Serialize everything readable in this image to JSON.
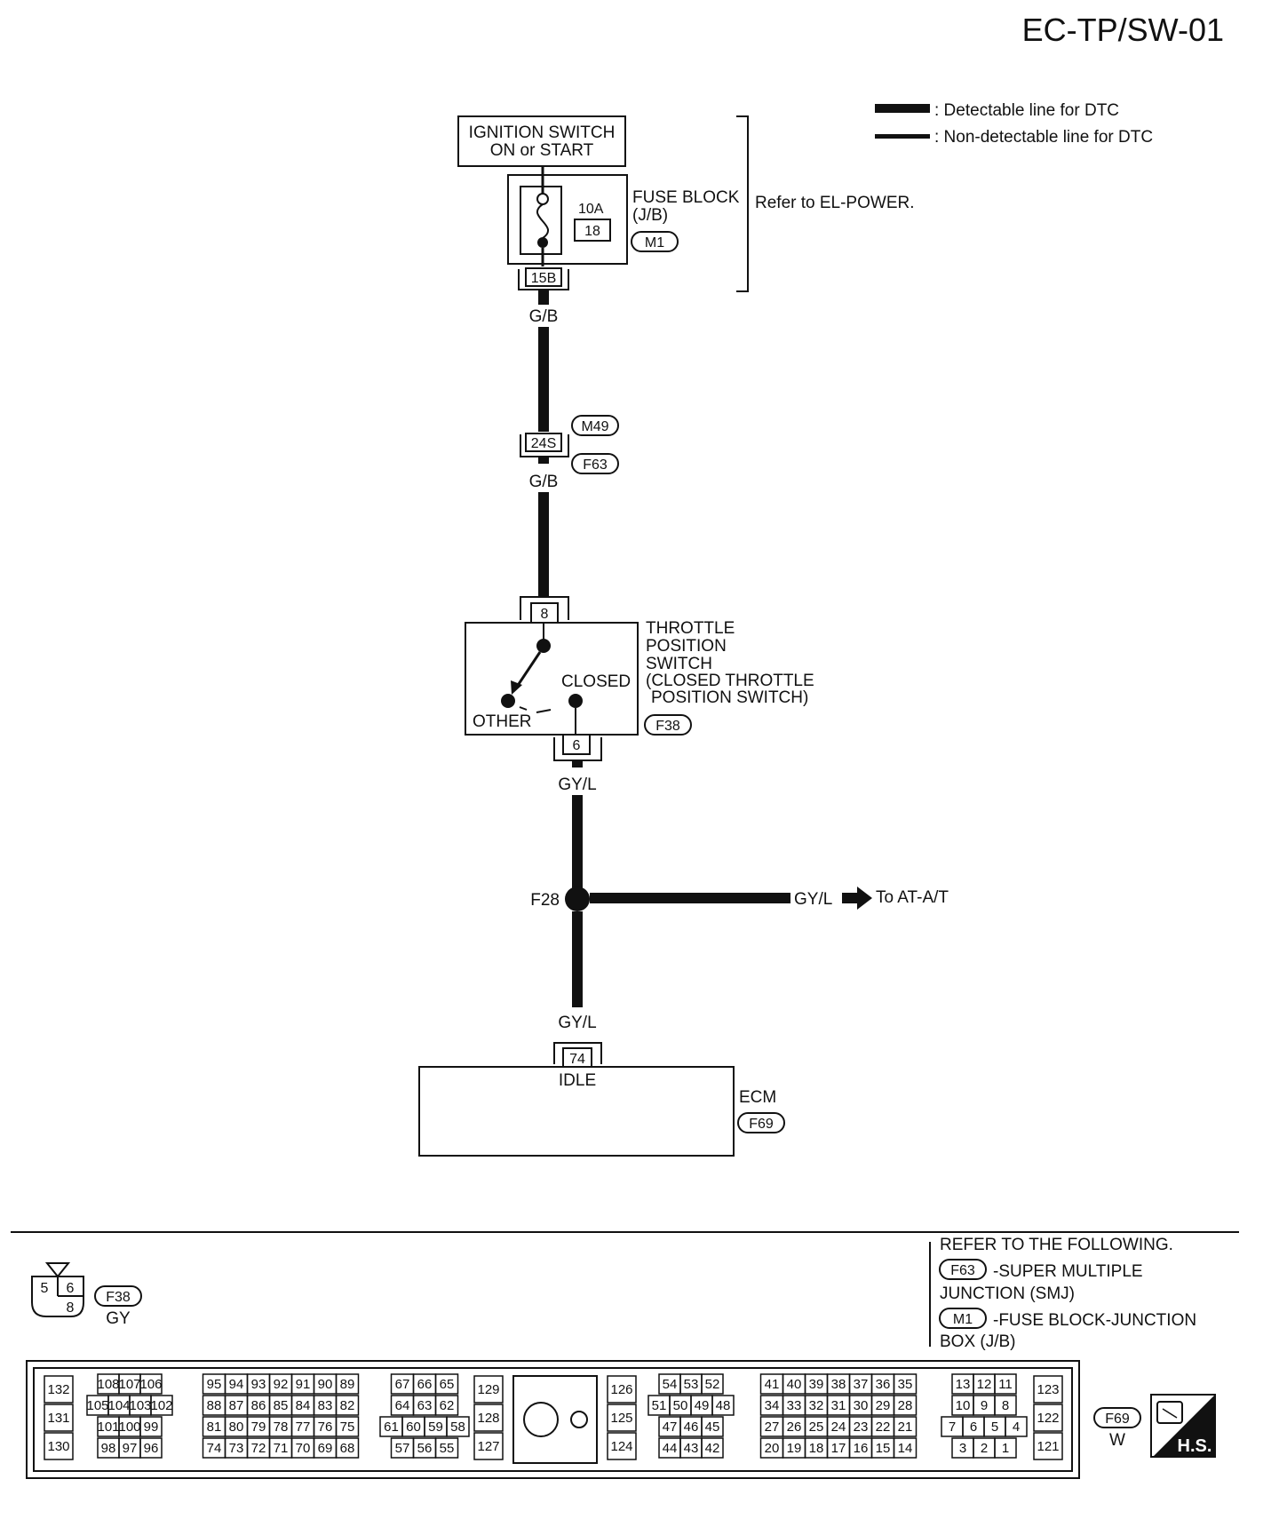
{
  "page_code": "EC-TP/SW-01",
  "legend": {
    "detectable": ": Detectable line for DTC",
    "non_detectable": ": Non-detectable line for DTC"
  },
  "ignition": {
    "line1": "IGNITION SWITCH",
    "line2": "ON or START"
  },
  "fuse": {
    "amp": "10A",
    "number": "18",
    "name": "FUSE BLOCK",
    "sub": "(J/B)",
    "connector": "M1",
    "terminal": "15B",
    "refer": "Refer to EL-POWER."
  },
  "wires": {
    "gb1": "G/B",
    "gb2": "G/B",
    "gyl1": "GY/L",
    "gyl2": "GY/L",
    "gyl_branch": "GY/L"
  },
  "junction": {
    "terminal": "24S",
    "conn_top": "M49",
    "conn_bottom": "F63"
  },
  "tps": {
    "terminal_top": "8",
    "terminal_bottom": "6",
    "name1": "THROTTLE",
    "name2": "POSITION",
    "name3": "SWITCH",
    "name4": "(CLOSED THROTTLE",
    "name5": "POSITION SWITCH)",
    "closed": "CLOSED",
    "other": "OTHER",
    "connector": "F38"
  },
  "splice": {
    "name": "F28",
    "to": "To AT-A/T"
  },
  "ecm": {
    "terminal": "74",
    "pin_label": "IDLE",
    "name": "ECM",
    "connector": "F69"
  },
  "refer_box": {
    "heading": "REFER TO THE FOLLOWING.",
    "item1_conn": "F63",
    "item1_line1": "-SUPER MULTIPLE",
    "item1_line2": "JUNCTION (SMJ)",
    "item2_conn": "M1",
    "item2_line1": "-FUSE BLOCK-JUNCTION",
    "item2_line2": "BOX (J/B)"
  },
  "f38_face": {
    "cells": [
      "5",
      "6",
      "8"
    ],
    "connector": "F38",
    "color": "GY"
  },
  "f69_face": {
    "connector": "F69",
    "color": "W",
    "badge": "H.S.",
    "col_a": [
      "132",
      "131",
      "130"
    ],
    "row_b": [
      [
        "108",
        "107",
        "106"
      ],
      [
        "105",
        "104",
        "103",
        "102"
      ],
      [
        "101",
        "100",
        "99"
      ],
      [
        "98",
        "97",
        "96"
      ]
    ],
    "row_c": [
      [
        "95",
        "94",
        "93",
        "92",
        "91",
        "90",
        "89"
      ],
      [
        "88",
        "87",
        "86",
        "85",
        "84",
        "83",
        "82"
      ],
      [
        "81",
        "80",
        "79",
        "78",
        "77",
        "76",
        "75"
      ],
      [
        "74",
        "73",
        "72",
        "71",
        "70",
        "69",
        "68"
      ]
    ],
    "row_d": [
      [
        "67",
        "66",
        "65"
      ],
      [
        "64",
        "63",
        "62"
      ],
      [
        "61",
        "60",
        "59",
        "58"
      ],
      [
        "57",
        "56",
        "55"
      ]
    ],
    "col_e": [
      "129",
      "128",
      "127"
    ],
    "col_f": [
      "126",
      "125",
      "124"
    ],
    "row_g": [
      [
        "54",
        "53",
        "52"
      ],
      [
        "51",
        "50",
        "49",
        "48"
      ],
      [
        "47",
        "46",
        "45"
      ],
      [
        "44",
        "43",
        "42"
      ]
    ],
    "row_h": [
      [
        "41",
        "40",
        "39",
        "38",
        "37",
        "36",
        "35"
      ],
      [
        "34",
        "33",
        "32",
        "31",
        "30",
        "29",
        "28"
      ],
      [
        "27",
        "26",
        "25",
        "24",
        "23",
        "22",
        "21"
      ],
      [
        "20",
        "19",
        "18",
        "17",
        "16",
        "15",
        "14"
      ]
    ],
    "row_i": [
      [
        "13",
        "12",
        "11"
      ],
      [
        "10",
        "9",
        "8"
      ],
      [
        "7",
        "6",
        "5",
        "4"
      ],
      [
        "3",
        "2",
        "1"
      ]
    ],
    "col_j": [
      "123",
      "122",
      "121"
    ]
  }
}
